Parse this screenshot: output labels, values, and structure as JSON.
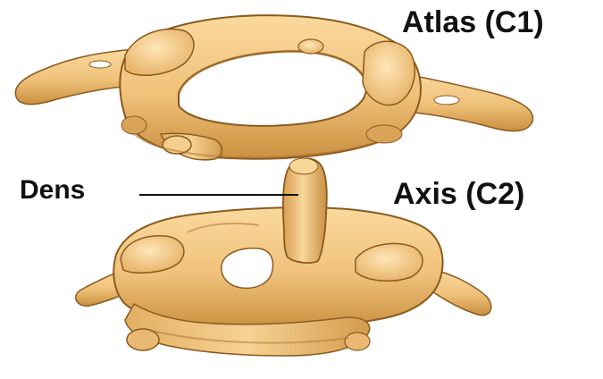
{
  "labels": {
    "atlas": "Atlas (C1)",
    "axis": "Axis (C2)",
    "dens": "Dens"
  },
  "colors": {
    "bone_base": "#EFC17A",
    "bone_light": "#FAD99E",
    "bone_shadow": "#C9903F",
    "bone_dark": "#A8702A",
    "outline": "#8A5A1E",
    "text": "#111111",
    "background": "#FFFFFF"
  }
}
